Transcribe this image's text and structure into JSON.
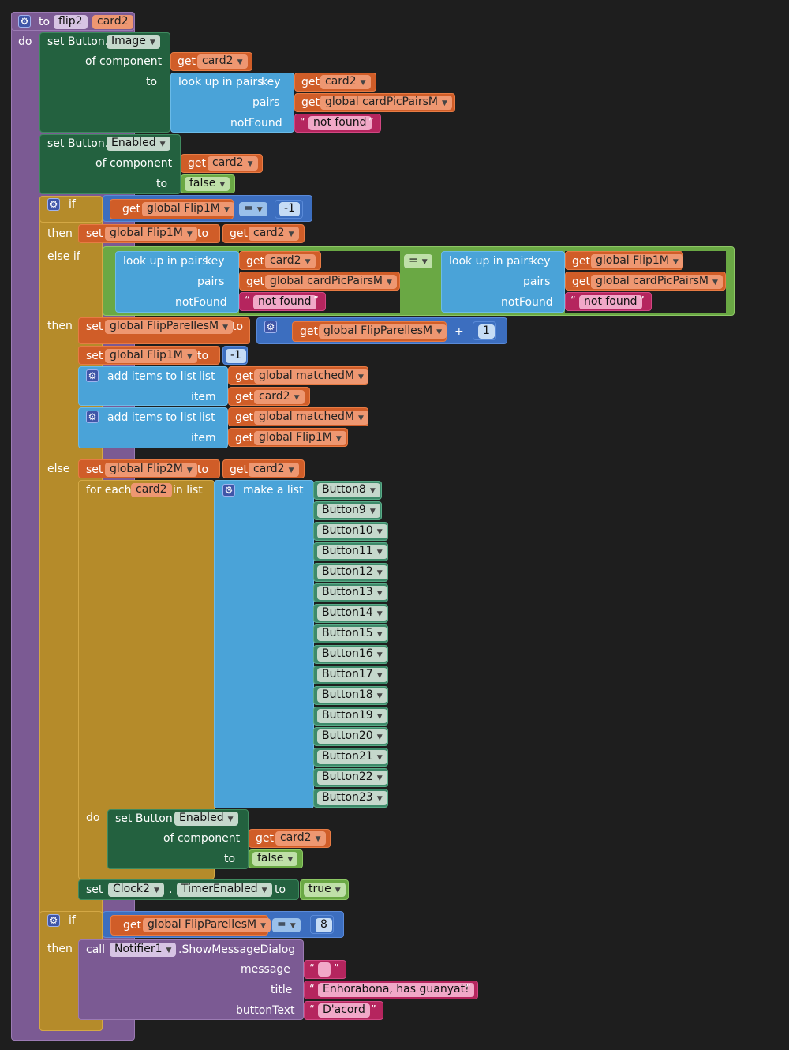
{
  "proc": {
    "to": "to",
    "name": "flip2",
    "param": "card2",
    "do": "do"
  },
  "kw": {
    "get": "get",
    "set": "set",
    "to": "to",
    "if": "if",
    "then": "then",
    "else_if": "else if",
    "else": "else",
    "do": "do",
    "of_component": "of component",
    "set_button": "set Button.",
    "image": "Image",
    "enabled": "Enabled",
    "lookup": "look up in pairs",
    "key": "key",
    "pairs": "pairs",
    "notfound": "notFound",
    "add_items": "add items to list",
    "list": "list",
    "item": "item",
    "for_each": "for each",
    "in_list": "in list",
    "make_list": "make a list",
    "call": "call",
    "dot": ".",
    "plus": "+",
    "eq": "=",
    "false": "false",
    "true": "true",
    "open_q": "“",
    "close_q": "”"
  },
  "vars": {
    "card2": "card2",
    "cardPicPairsM": "global cardPicPairsM",
    "flip1m": "global Flip1M",
    "flip2m": "global Flip2M",
    "flipParelles": "global FlipParellesM",
    "matched": "global matchedM"
  },
  "numbers": {
    "minus_one": "-1",
    "one": "1",
    "eight": "8"
  },
  "strings": {
    "not_found": "not found",
    "title": "Enhorabona, has guanyat!",
    "button_text": "D'acord",
    "message": ""
  },
  "buttons": [
    "Button8",
    "Button9",
    "Button10",
    "Button11",
    "Button12",
    "Button13",
    "Button14",
    "Button15",
    "Button16",
    "Button17",
    "Button18",
    "Button19",
    "Button20",
    "Button21",
    "Button22",
    "Button23"
  ],
  "clock": {
    "component": "Clock2",
    "property": "TimerEnabled"
  },
  "notifier": {
    "component": "Notifier1",
    "method": ".ShowMessageDialog",
    "message_label": "message",
    "title_label": "title",
    "buttontext_label": "buttonText"
  },
  "colors": {
    "procedure": "#7b5a93",
    "control": "#b58b2a",
    "component": "#23613f",
    "variable": "#d05d28",
    "list": "#4aa3d8",
    "math": "#3c6ebf",
    "logic": "#6aa844",
    "text": "#b5255e",
    "background": "#1e1e1e"
  }
}
